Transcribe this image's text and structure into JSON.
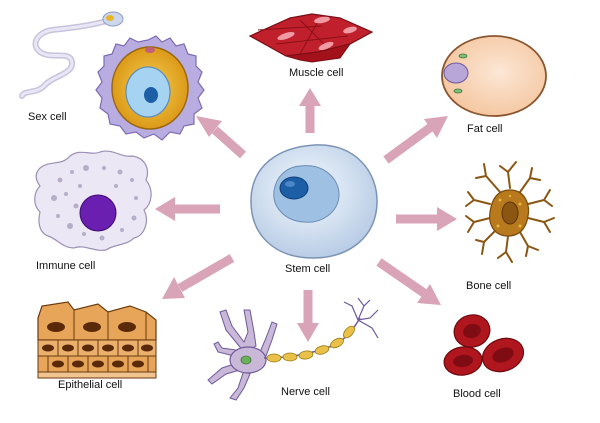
{
  "center": {
    "label": "Stem cell"
  },
  "cells": [
    {
      "id": "sex",
      "label": "Sex cell"
    },
    {
      "id": "muscle",
      "label": "Muscle cell"
    },
    {
      "id": "fat",
      "label": "Fat cell"
    },
    {
      "id": "immune",
      "label": "Immune cell"
    },
    {
      "id": "bone",
      "label": "Bone cell"
    },
    {
      "id": "epithelial",
      "label": "Epithelial cell"
    },
    {
      "id": "nerve",
      "label": "Nerve cell"
    },
    {
      "id": "blood",
      "label": "Blood cell"
    }
  ],
  "colors": {
    "arrow": "#d9a3b8",
    "stem_body": "#dbe7f4",
    "stem_nucleus": "#1c5fa6",
    "muscle": "#c0202b",
    "fat": "#f7d3b6",
    "immune_nucleus": "#6a1fb0",
    "bone": "#b87a1c",
    "blood": "#b0161e",
    "epithelial": "#e7a55a",
    "nerve": "#c9b8d8",
    "myelin": "#e8c04a",
    "egg_ring": "#9b8cc4",
    "egg_yolk": "#e0a418"
  }
}
